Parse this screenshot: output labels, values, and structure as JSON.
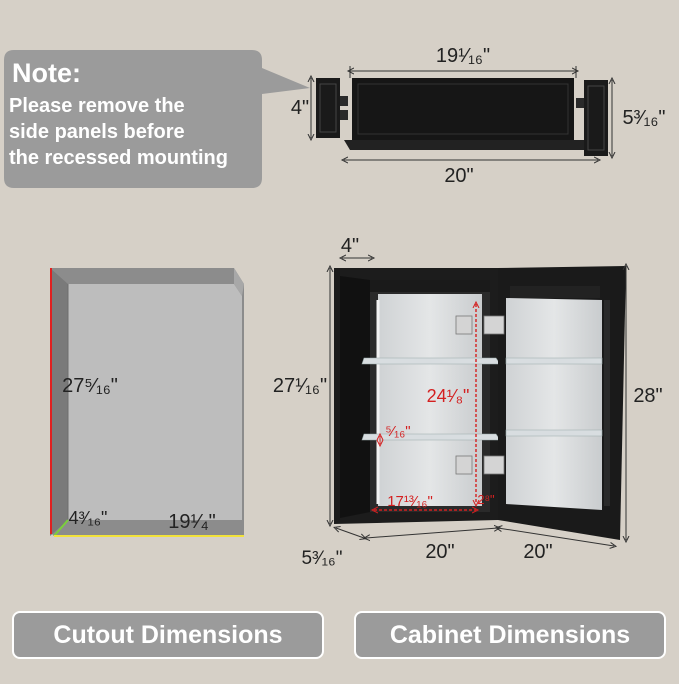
{
  "note": {
    "title": "Note:",
    "lines": [
      "Please remove the",
      "side panels before",
      "the recessed mounting"
    ]
  },
  "top_view": {
    "inner_width": "19¹⁄₁₆\"",
    "depth": "4\"",
    "total_depth": "5³⁄₁₆\"",
    "width": "20\""
  },
  "cutout": {
    "height": "27⁵⁄₁₆\"",
    "depth": "4³⁄₁₆\"",
    "width": "19¹⁄₄\""
  },
  "cabinet": {
    "depth_top": "4\"",
    "height_left": "27¹⁄₁₆\"",
    "height_right": "28\"",
    "inner_height": "24¹⁄₈\"",
    "shelf_gap": "⁵⁄₁₆\"",
    "inner_width": "17¹³⁄₁₆\"",
    "small_dim": "2⁸\"",
    "depth_bottom": "5³⁄₁₆\"",
    "width_body": "20\"",
    "width_door": "20\""
  },
  "buttons": {
    "cutout_label": "Cutout Dimensions",
    "cabinet_label": "Cabinet Dimensions"
  },
  "colors": {
    "background": "#d6d0c7",
    "callout": "#9b9b9b",
    "cabinet": "#1c1c1c",
    "red_dims": "#d42020"
  }
}
